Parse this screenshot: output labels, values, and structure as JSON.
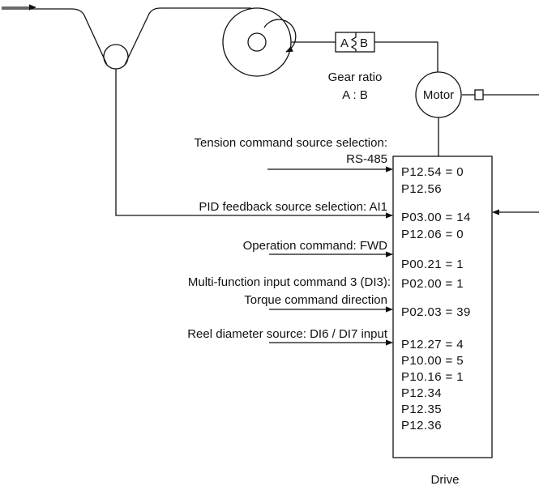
{
  "gear": {
    "a_label": "A",
    "b_label": "B",
    "title": "Gear ratio",
    "ratio": "A : B"
  },
  "motor": {
    "label": "Motor"
  },
  "inputs": [
    {
      "line1": "Tension command source selection:",
      "line2": "RS-485"
    },
    {
      "line1": "PID feedback source selection: AI1"
    },
    {
      "line1": "Operation command: FWD"
    },
    {
      "line1": "Multi-function input command 3 (DI3):",
      "line2": "Torque command direction"
    },
    {
      "line1": "Reel diameter source: DI6 / DI7 input"
    }
  ],
  "params": [
    "P12.54 = 0",
    "P12.56",
    "P03.00 = 14",
    "P12.06 = 0",
    "P00.21 = 1",
    "P02.00 = 1",
    "P02.03 = 39",
    "P12.27 = 4",
    "P10.00 = 5",
    "P10.16 = 1",
    "P12.34",
    "P12.35",
    "P12.36"
  ],
  "drive": {
    "label": "Drive"
  },
  "colors": {
    "line": "#111111",
    "background": "#ffffff"
  }
}
